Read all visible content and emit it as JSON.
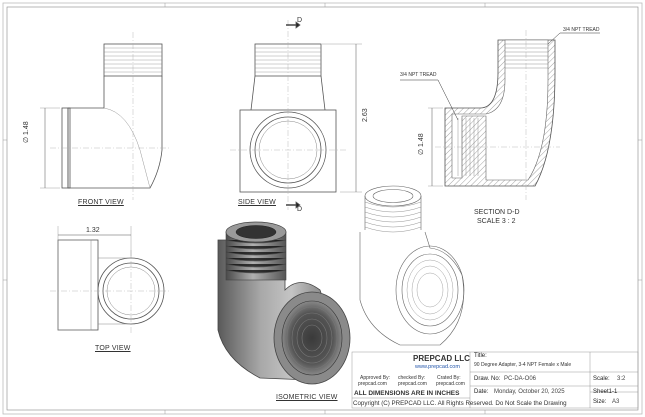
{
  "drawing": {
    "views": {
      "front": "FRONT VIEW",
      "side": "SIDE VIEW",
      "top": "TOP VIEW",
      "isometric": "ISOMETRIC VIEW",
      "section_title": "SECTION D-D",
      "section_scale": "SCALE 3 : 2"
    },
    "dimensions": {
      "dia_front": "∅ 1.48",
      "height_side": "2.63",
      "dia_section": "∅ 1.48",
      "width_top": "1.32"
    },
    "section_marker": "D",
    "callouts": {
      "thread_top": "3/4 NPT TREAD",
      "thread_mid": "3/4 NPT TREAD"
    }
  },
  "title_block": {
    "company": "PREPCAD LLC",
    "website": "www.prepcad.com",
    "approved_by_label": "Approved By:",
    "approved_by": "prepcad.com",
    "checked_by_label": "checked By:",
    "checked_by": "prepcad.com",
    "crated_by_label": "Crated By:",
    "crated_by": "prepcad.com",
    "units_note": "ALL DIMENSIONS ARE IN INCHES",
    "copyright": "Copyright (C)  PREPCAD LLC. All Rights Reserved. Do Not Scale the Drawing",
    "title_label": "Title:",
    "title_value": "90 Degree Adapter, 3-4 NPT Female x Male",
    "draw_no_label": "Draw. No:",
    "draw_no": "PC-DA-O06",
    "date_label": "Date:",
    "date_value": "Monday, October 20, 2025",
    "scale_label": "Scale:",
    "scale_value": "3:2",
    "sheet_label": "Sheet1-1",
    "size_label": "Size:",
    "size_value": "A3"
  }
}
